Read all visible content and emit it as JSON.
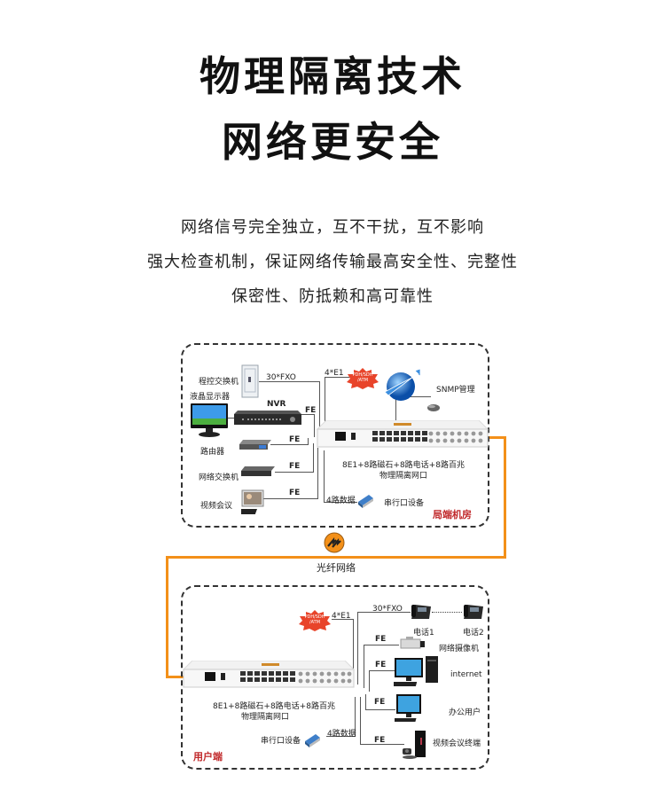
{
  "header": {
    "title_line1": "物理隔离技术",
    "title_line2": "网络更安全"
  },
  "description": {
    "line1": "网络信号完全独立，互不干扰，互不影响",
    "line2": "强大检查机制，保证网络传输最高安全性、完整性",
    "line3": "保密性、防抵赖和高可靠性"
  },
  "diagram": {
    "colors": {
      "fiber": "#f39019",
      "zone_label": "#c0282a",
      "burst": "#e8442a"
    },
    "fiber_label": "光纤网络",
    "central_office": {
      "zone_label": "局端机房",
      "device_caption_line1": "8E1+8路磁石+8路电话+8路百兆",
      "device_caption_line2": "物理隔离网口",
      "devices": {
        "pbx": "程控交换机",
        "lcd": "液晶显示器",
        "nvr": "NVR",
        "router": "路由器",
        "switch": "网络交换机",
        "video_conf": "视频会议",
        "serial": "串行口设备",
        "snmp": "SNMP管理",
        "burst": "PDH/SDH /ATM"
      },
      "links": {
        "fxo": "30*FXO",
        "e1": "4*E1",
        "fe": "FE",
        "data": "4路数据"
      }
    },
    "user_end": {
      "zone_label": "用户端",
      "device_caption_line1": "8E1+8路磁石+8路电话+8路百兆",
      "device_caption_line2": "物理隔离网口",
      "devices": {
        "phone1": "电话1",
        "phone2": "电话2",
        "camera": "网络摄像机",
        "internet": "internet",
        "office": "办公用户",
        "video_term": "视频会议终端",
        "serial": "串行口设备",
        "burst": "PDH/SDH /ATM"
      },
      "links": {
        "fxo": "30*FXO",
        "e1": "4*E1",
        "fe": "FE",
        "data": "4路数据"
      }
    }
  }
}
